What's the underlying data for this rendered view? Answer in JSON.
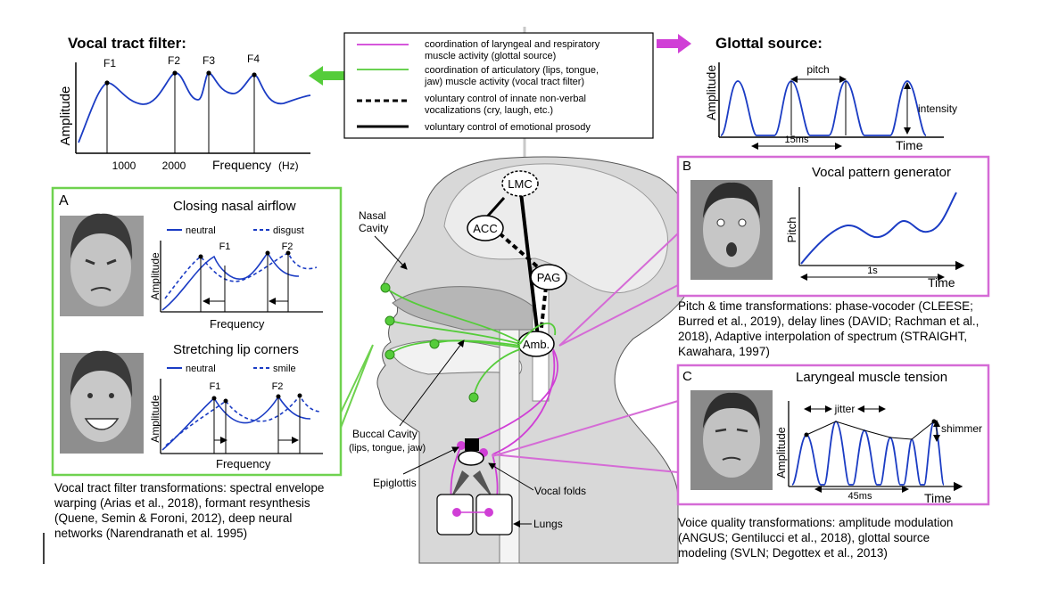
{
  "legend": {
    "items": [
      {
        "label1": "coordination of laryngeal and respiratory",
        "label2": "muscle activity (glottal source)"
      },
      {
        "label1": "coordination of articulatory (lips, tongue,",
        "label2": "jaw) muscle activity (vocal tract filter)"
      },
      {
        "label1": "voluntary control of innate non-verbal",
        "label2": "vocalizations (cry, laugh, etc.)"
      },
      {
        "label1": "voluntary control of emotional prosody",
        "label2": ""
      }
    ]
  },
  "vocal_tract_filter": {
    "title": "Vocal tract filter:",
    "ylabel": "Amplitude",
    "xlabel": "Frequency",
    "xunit": "(Hz)",
    "formants": [
      "F1",
      "F2",
      "F3",
      "F4"
    ],
    "ticks": [
      "1000",
      "2000"
    ]
  },
  "glottal_source": {
    "title": "Glottal source:",
    "ylabel": "Amplitude",
    "xlabel": "Time",
    "pitch": "pitch",
    "intensity": "intensity",
    "period": "15ms"
  },
  "panel_a": {
    "letter": "A",
    "title1": "Closing nasal airflow",
    "legend1_a": "neutral",
    "legend1_b": "disgust",
    "f1": "F1",
    "f2": "F2",
    "ylabel": "Amplitude",
    "xlabel": "Frequency",
    "title2": "Stretching lip corners",
    "legend2_a": "neutral",
    "legend2_b": "smile",
    "caption": [
      "Vocal tract filter transformations: spectral envelope",
      "warping (Arias et al., 2018), formant resynthesis",
      "(Quene, Semin & Foroni, 2012), deep neural",
      "networks (Narendranath et al. 1995)"
    ]
  },
  "panel_b": {
    "letter": "B",
    "title": "Vocal pattern generator",
    "ylabel": "Pitch",
    "xlabel": "Time",
    "duration": "1s",
    "caption": [
      "Pitch & time transformations: phase-vocoder (CLEESE;",
      "Burred et al., 2019), delay lines (DAVID; Rachman et al.,",
      "2018), Adaptive interpolation of spectrum (STRAIGHT,",
      "Kawahara, 1997)"
    ]
  },
  "panel_c": {
    "letter": "C",
    "title": "Laryngeal muscle tension",
    "ylabel": "Amplitude",
    "xlabel": "Time",
    "jitter": "jitter",
    "shimmer": "shimmer",
    "duration": "45ms",
    "caption": [
      "Voice quality transformations: amplitude modulation",
      "(ANGUS; Gentilucci et al., 2018), glottal source",
      "modeling (SVLN; Degottex et al., 2013)"
    ]
  },
  "anatomy": {
    "lmc": "LMC",
    "acc": "ACC",
    "pag": "PAG",
    "amb": "Amb.",
    "nasal1": "Nasal",
    "nasal2": "Cavity",
    "buccal1": "Buccal Cavity",
    "buccal2": "(lips, tongue, jaw)",
    "epiglottis": "Epiglottis",
    "vocal_folds": "Vocal folds",
    "lungs": "Lungs"
  },
  "colors": {
    "magenta": "#d03fd6",
    "green": "#55cc3a",
    "panel_green": "#6fd24f",
    "panel_magenta": "#d56bd6",
    "curve_blue": "#1b3cc4"
  }
}
